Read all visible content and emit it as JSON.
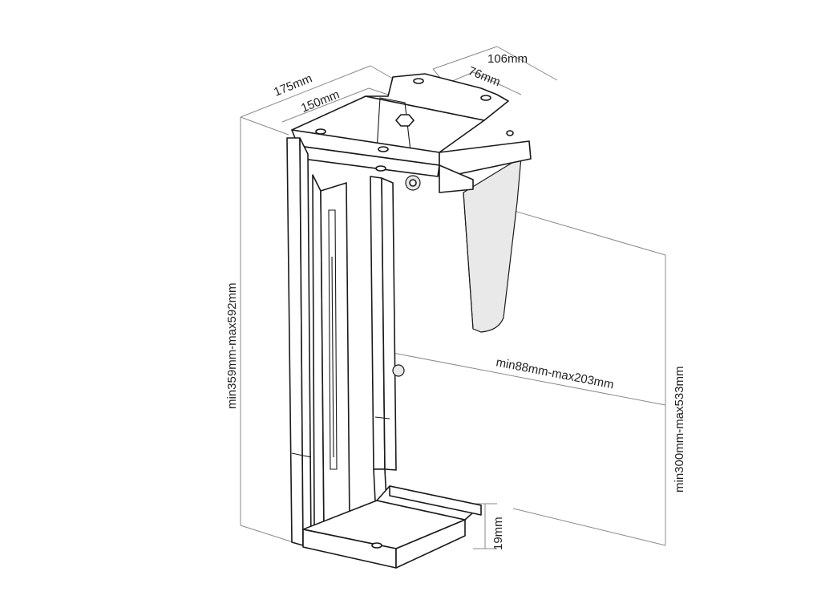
{
  "dimensions": {
    "top_outer_width": "106mm",
    "top_inner_width": "76mm",
    "depth_outer": "175mm",
    "depth_inner": "150mm",
    "height_range": "min359mm-max592mm",
    "width_range": "min88mm-max203mm",
    "drop_range": "min300mm-max533mm",
    "bottom_lip": "19mm"
  }
}
